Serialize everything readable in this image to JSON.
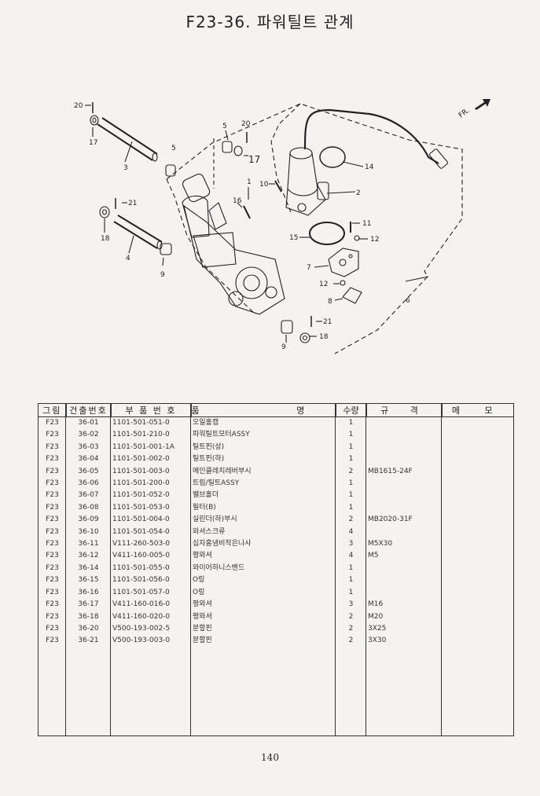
{
  "page": {
    "title": "F23-36. 파워틸트 관계",
    "page_number": "140",
    "direction_label": "FR."
  },
  "diagram": {
    "callouts": [
      "20",
      "17",
      "3",
      "5",
      "5",
      "20",
      "17",
      "10",
      "14",
      "2",
      "21",
      "18",
      "4",
      "9",
      "16",
      "1",
      "11",
      "15",
      "12",
      "7",
      "12",
      "8",
      "6",
      "21",
      "9",
      "18"
    ]
  },
  "table": {
    "headers": [
      "그림",
      "건출번호",
      "부 품 번 호",
      "품 명",
      "수량",
      "규 격",
      "메 모"
    ],
    "rows": [
      [
        "F23",
        "36-01",
        "1101-501-051-0",
        "오일홀캡",
        "1",
        "",
        ""
      ],
      [
        "F23",
        "36-02",
        "1101-501-210-0",
        "파워틸트모터ASSY",
        "1",
        "",
        ""
      ],
      [
        "F23",
        "36-03",
        "1101-501-001-1A",
        "틸트핀(상)",
        "1",
        "",
        ""
      ],
      [
        "F23",
        "36-04",
        "1101-501-002-0",
        "틸트핀(하)",
        "1",
        "",
        ""
      ],
      [
        "F23",
        "36-05",
        "1101-501-003-0",
        "메인클레치레버부시",
        "2",
        "MB1615-24F",
        ""
      ],
      [
        "F23",
        "36-06",
        "1101-501-200-0",
        "트림/틸트ASSY",
        "1",
        "",
        ""
      ],
      [
        "F23",
        "36-07",
        "1101-501-052-0",
        "밸브홀더",
        "1",
        "",
        ""
      ],
      [
        "F23",
        "36-08",
        "1101-501-053-0",
        "필터(B)",
        "1",
        "",
        ""
      ],
      [
        "F23",
        "36-09",
        "1101-501-004-0",
        "실린더(하)부시",
        "2",
        "MB2020-31F",
        ""
      ],
      [
        "F23",
        "36-10",
        "1101-501-054-0",
        "와셔스크류",
        "4",
        "",
        ""
      ],
      [
        "F23",
        "36-11",
        "V111-260-503-0",
        "십자홈냄비작은나사",
        "3",
        "M5X30",
        ""
      ],
      [
        "F23",
        "36-12",
        "V411-160-005-0",
        "평와셔",
        "4",
        "M5",
        ""
      ],
      [
        "F23",
        "36-14",
        "1101-501-055-0",
        "와이어하니스밴드",
        "1",
        "",
        ""
      ],
      [
        "F23",
        "36-15",
        "1101-501-056-0",
        "O링",
        "1",
        "",
        ""
      ],
      [
        "F23",
        "36-16",
        "1101-501-057-0",
        "O링",
        "1",
        "",
        ""
      ],
      [
        "F23",
        "36-17",
        "V411-160-016-0",
        "평와셔",
        "3",
        "M16",
        ""
      ],
      [
        "F23",
        "36-18",
        "V411-160-020-0",
        "평와셔",
        "2",
        "M20",
        ""
      ],
      [
        "F23",
        "36-20",
        "V500-193-002-5",
        "분할핀",
        "2",
        "3X25",
        ""
      ],
      [
        "F23",
        "36-21",
        "V500-193-003-0",
        "분할핀",
        "2",
        "3X30",
        ""
      ]
    ]
  }
}
